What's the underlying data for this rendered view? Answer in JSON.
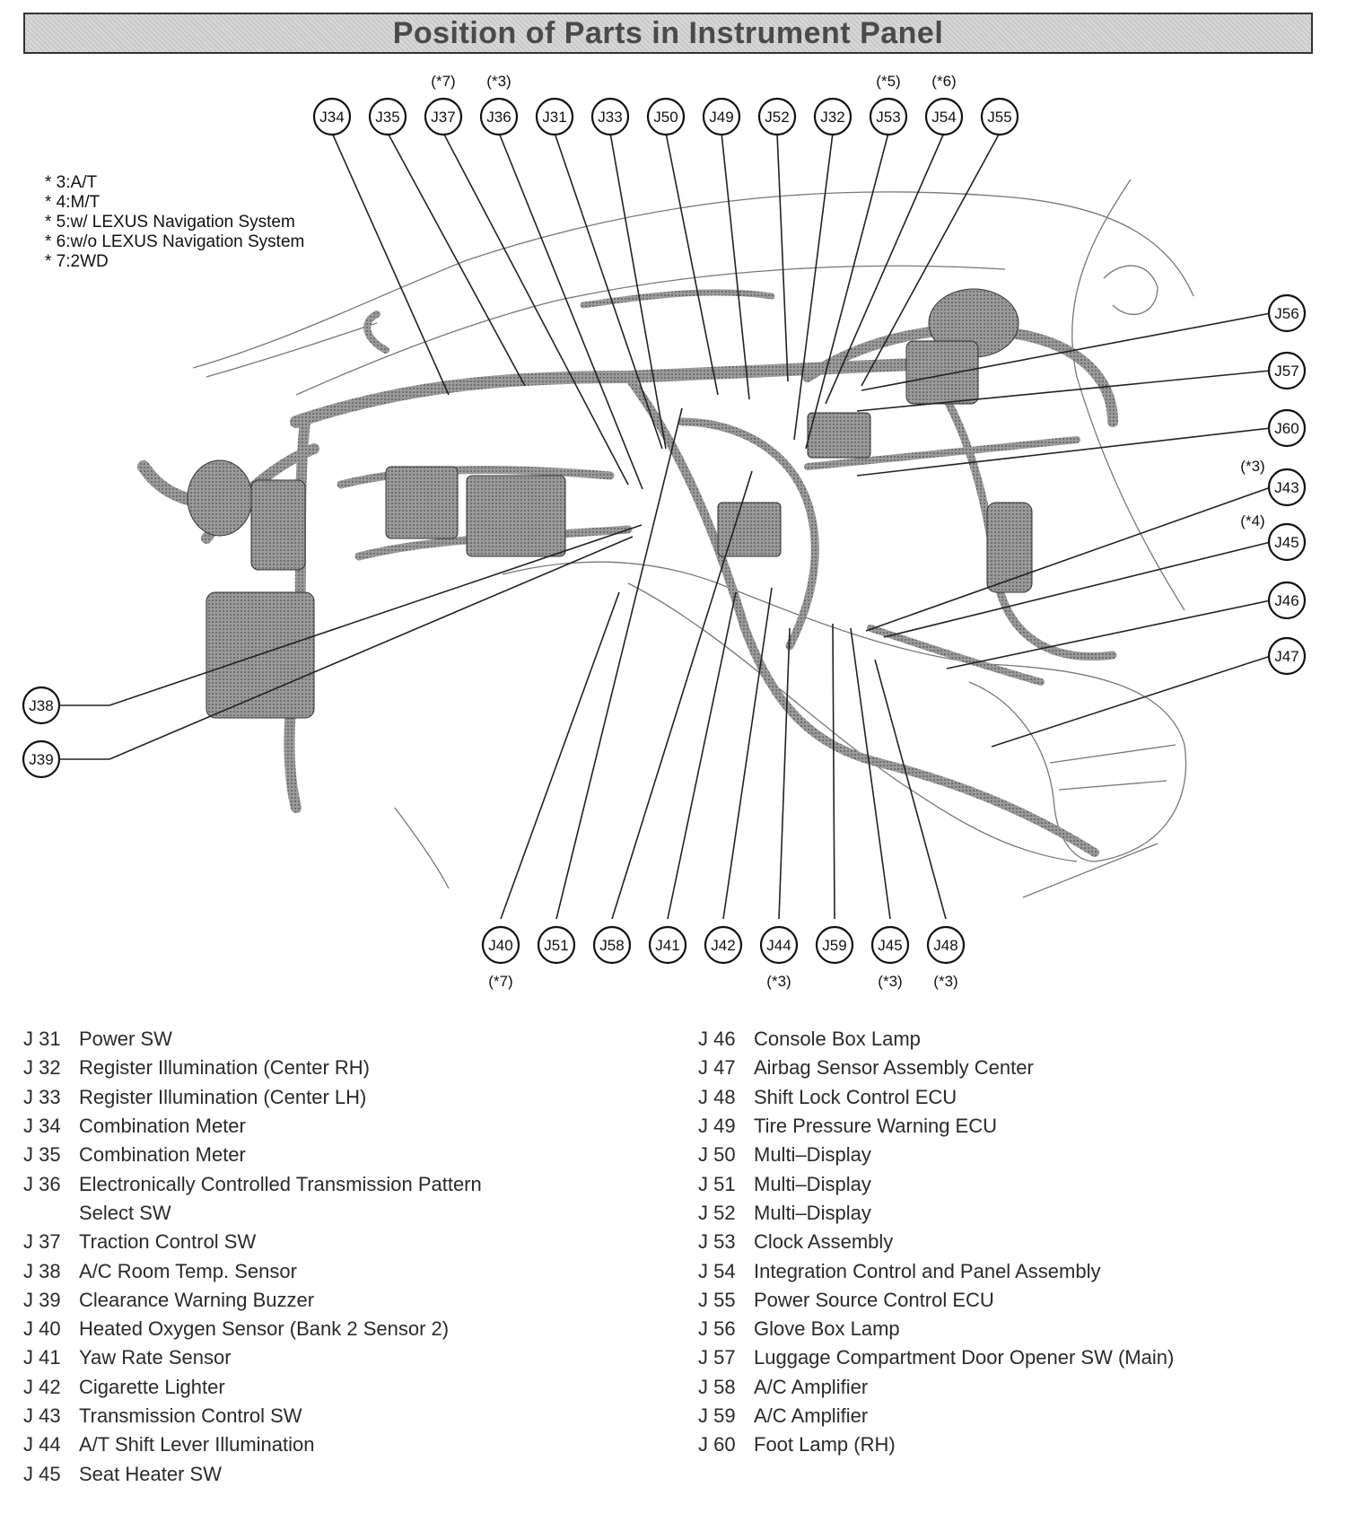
{
  "title": "Position of Parts in Instrument Panel",
  "notes": [
    "* 3:A/T",
    "* 4:M/T",
    "* 5:w/ LEXUS Navigation System",
    "* 6:w/o LEXUS Navigation System",
    "* 7:2WD"
  ],
  "callouts": {
    "top": [
      {
        "label": "J34",
        "note": ""
      },
      {
        "label": "J35",
        "note": ""
      },
      {
        "label": "J37",
        "note": "(*7)"
      },
      {
        "label": "J36",
        "note": "(*3)"
      },
      {
        "label": "J31",
        "note": ""
      },
      {
        "label": "J33",
        "note": ""
      },
      {
        "label": "J50",
        "note": ""
      },
      {
        "label": "J49",
        "note": ""
      },
      {
        "label": "J52",
        "note": ""
      },
      {
        "label": "J32",
        "note": ""
      },
      {
        "label": "J53",
        "note": "(*5)"
      },
      {
        "label": "J54",
        "note": "(*6)"
      },
      {
        "label": "J55",
        "note": ""
      }
    ],
    "right": [
      {
        "label": "J56",
        "note": ""
      },
      {
        "label": "J57",
        "note": ""
      },
      {
        "label": "J60",
        "note": ""
      },
      {
        "label": "J43",
        "note": "(*3)"
      },
      {
        "label": "J45",
        "note": "(*4)"
      },
      {
        "label": "J46",
        "note": ""
      },
      {
        "label": "J47",
        "note": ""
      }
    ],
    "left": [
      {
        "label": "J38",
        "note": ""
      },
      {
        "label": "J39",
        "note": ""
      }
    ],
    "bottom": [
      {
        "label": "J40",
        "note": "(*7)"
      },
      {
        "label": "J51",
        "note": ""
      },
      {
        "label": "J58",
        "note": ""
      },
      {
        "label": "J41",
        "note": ""
      },
      {
        "label": "J42",
        "note": ""
      },
      {
        "label": "J44",
        "note": "(*3)"
      },
      {
        "label": "J59",
        "note": ""
      },
      {
        "label": "J45",
        "note": "(*3)"
      },
      {
        "label": "J48",
        "note": "(*3)"
      }
    ]
  },
  "legend": {
    "left": [
      {
        "code": "J 31",
        "name": "Power SW"
      },
      {
        "code": "J 32",
        "name": "Register Illumination (Center RH)"
      },
      {
        "code": "J 33",
        "name": "Register Illumination (Center LH)"
      },
      {
        "code": "J 34",
        "name": "Combination Meter"
      },
      {
        "code": "J 35",
        "name": "Combination Meter"
      },
      {
        "code": "J 36",
        "name": "Electronically Controlled Transmission Pattern"
      },
      {
        "code": "",
        "name": "Select SW"
      },
      {
        "code": "J 37",
        "name": "Traction Control SW"
      },
      {
        "code": "J 38",
        "name": "A/C Room Temp. Sensor"
      },
      {
        "code": "J 39",
        "name": "Clearance Warning Buzzer"
      },
      {
        "code": "J 40",
        "name": "Heated Oxygen Sensor (Bank 2 Sensor 2)"
      },
      {
        "code": "J 41",
        "name": "Yaw Rate Sensor"
      },
      {
        "code": "J 42",
        "name": "Cigarette Lighter"
      },
      {
        "code": "J 43",
        "name": "Transmission Control SW"
      },
      {
        "code": "J 44",
        "name": "A/T Shift Lever Illumination"
      },
      {
        "code": "J 45",
        "name": "Seat Heater SW"
      }
    ],
    "right": [
      {
        "code": "J 46",
        "name": "Console Box Lamp"
      },
      {
        "code": "J 47",
        "name": "Airbag Sensor Assembly Center"
      },
      {
        "code": "J 48",
        "name": "Shift Lock Control ECU"
      },
      {
        "code": "J 49",
        "name": "Tire Pressure Warning ECU"
      },
      {
        "code": "J 50",
        "name": "Multi–Display"
      },
      {
        "code": "J 51",
        "name": "Multi–Display"
      },
      {
        "code": "J 52",
        "name": "Multi–Display"
      },
      {
        "code": "J 53",
        "name": "Clock Assembly"
      },
      {
        "code": "J 54",
        "name": "Integration Control and Panel Assembly"
      },
      {
        "code": "J 55",
        "name": "Power Source Control ECU"
      },
      {
        "code": "J 56",
        "name": "Glove Box Lamp"
      },
      {
        "code": "J 57",
        "name": "Luggage Compartment Door Opener SW (Main)"
      },
      {
        "code": "J 58",
        "name": "A/C Amplifier"
      },
      {
        "code": "J 59",
        "name": "A/C Amplifier"
      },
      {
        "code": "J 60",
        "name": "Foot Lamp (RH)"
      }
    ]
  }
}
